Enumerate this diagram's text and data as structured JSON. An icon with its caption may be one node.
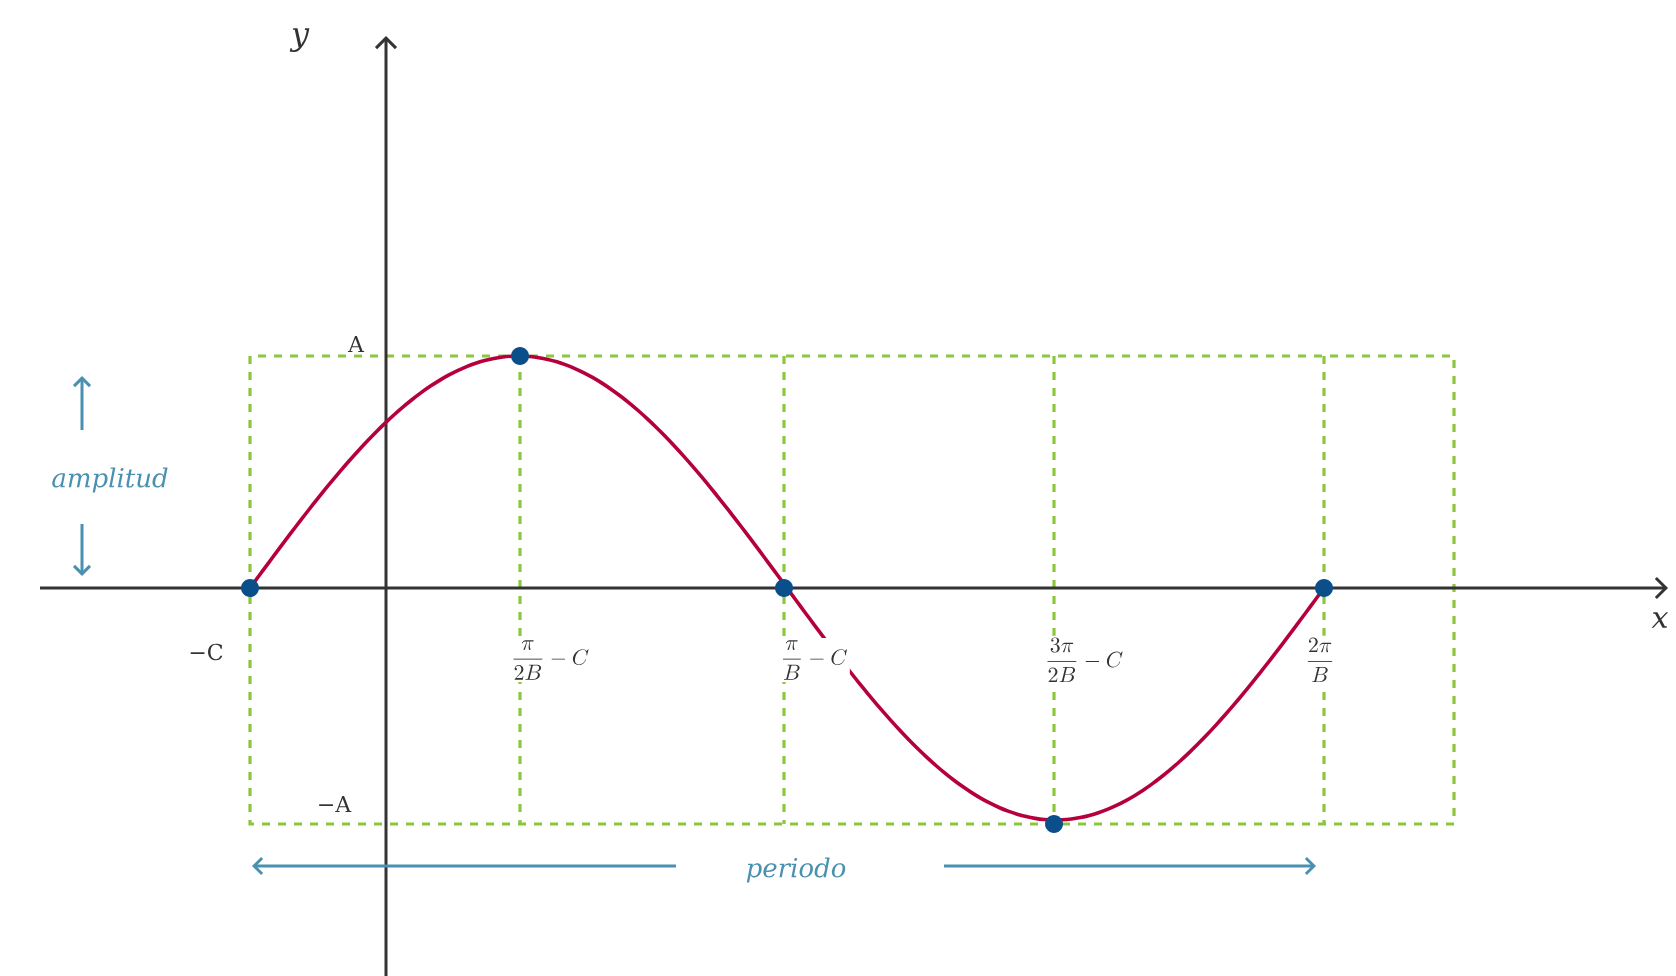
{
  "diagram": {
    "labels": [
      "y",
      "A",
      "amplitud",
      "x",
      "−C",
      "\\frac{\\pi}{2B}-C",
      "\\frac{\\pi}{B}-C",
      "\\frac{3\\pi}{2B}-C",
      "\\frac{2\\pi}{B}",
      "−A",
      "periodo"
    ]
  }
}
